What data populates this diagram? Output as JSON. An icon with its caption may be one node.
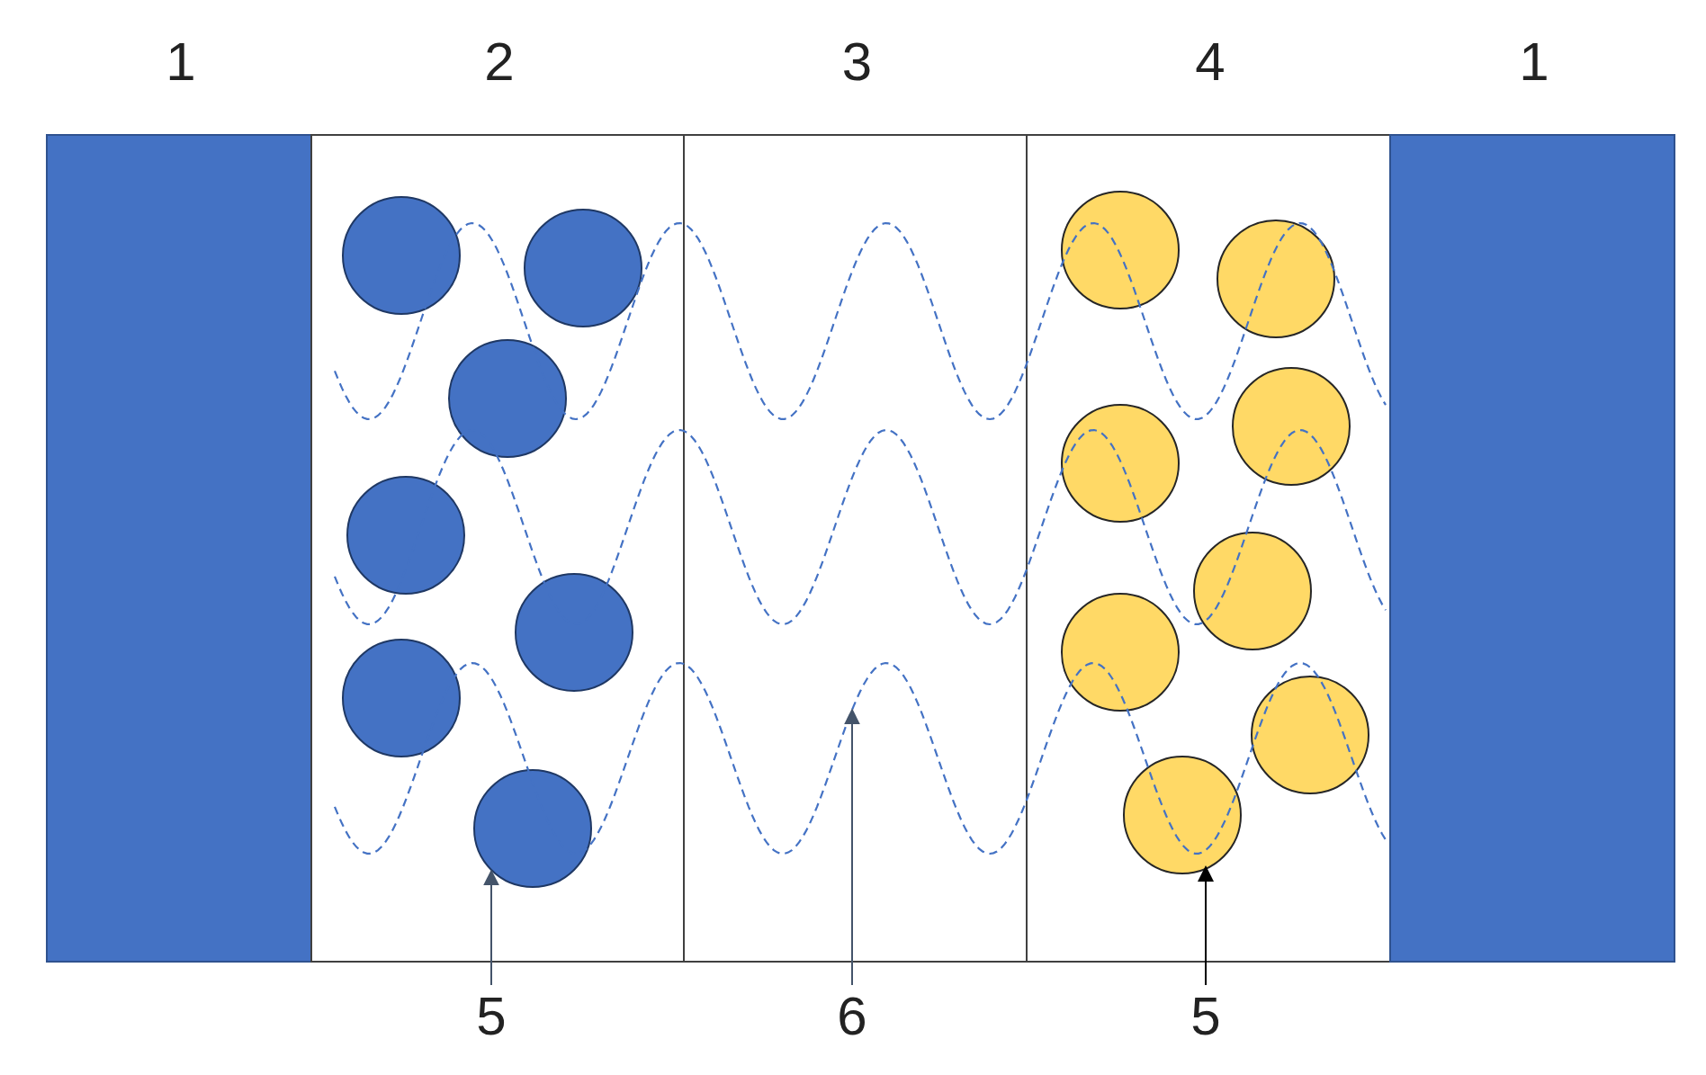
{
  "diagram": {
    "nodes": [
      {
        "text": [
          "1"
        ]
      },
      {
        "text": [
          "2"
        ]
      },
      {
        "text": [
          "3"
        ]
      },
      {
        "text": [
          "4"
        ]
      },
      {
        "text": [
          "1"
        ]
      },
      {
        "text": [],
        "shape": "circle",
        "in": 1
      },
      {
        "text": [],
        "shape": "circle",
        "in": 1
      },
      {
        "text": [],
        "shape": "circle",
        "in": 1
      },
      {
        "text": [],
        "shape": "circle"
      },
      {
        "text": [],
        "shape": "circle",
        "in": 1
      },
      {
        "text": [],
        "shape": "circle",
        "in": 1
      },
      {
        "text": [],
        "shape": "circle",
        "in": 1
      },
      {
        "text": [],
        "shape": "circle",
        "in": 3
      },
      {
        "text": [],
        "shape": "circle"
      },
      {
        "text": [],
        "shape": "circle",
        "in": 3
      },
      {
        "text": [],
        "shape": "circle",
        "in": 3
      },
      {
        "text": [],
        "shape": "circle",
        "in": 3
      },
      {
        "text": [],
        "shape": "circle",
        "in": 3
      },
      {
        "text": [],
        "shape": "circle"
      },
      {
        "text": [],
        "shape": "circle",
        "in": 3
      },
      {
        "text": [],
        "shape": "wave"
      },
      {
        "text": [],
        "shape": "wave"
      },
      {
        "text": [],
        "shape": "wave"
      },
      {
        "text": [
          "5"
        ]
      },
      {
        "text": [
          "6"
        ]
      },
      {
        "text": [
          "5"
        ]
      }
    ],
    "edges": [
      {
        "from": 23,
        "to": 11,
        "arrow": "to"
      },
      {
        "from": 24,
        "to": 22,
        "arrow": "to"
      },
      {
        "from": 25,
        "to": 19,
        "arrow": "to",
        "color": "#000000"
      }
    ]
  }
}
